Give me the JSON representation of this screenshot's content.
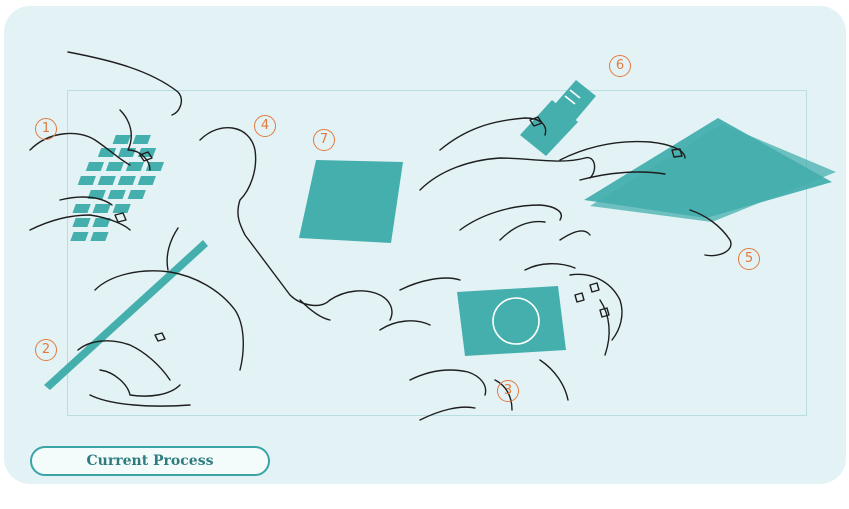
{
  "colors": {
    "background": "#e3f3f5",
    "teal": "#45afae",
    "accent": "#e27a3f",
    "line": "#1e1e1e",
    "frame": "#b9dde0"
  },
  "markers": [
    "1",
    "2",
    "3",
    "4",
    "5",
    "6",
    "7"
  ],
  "label": "Current Process"
}
